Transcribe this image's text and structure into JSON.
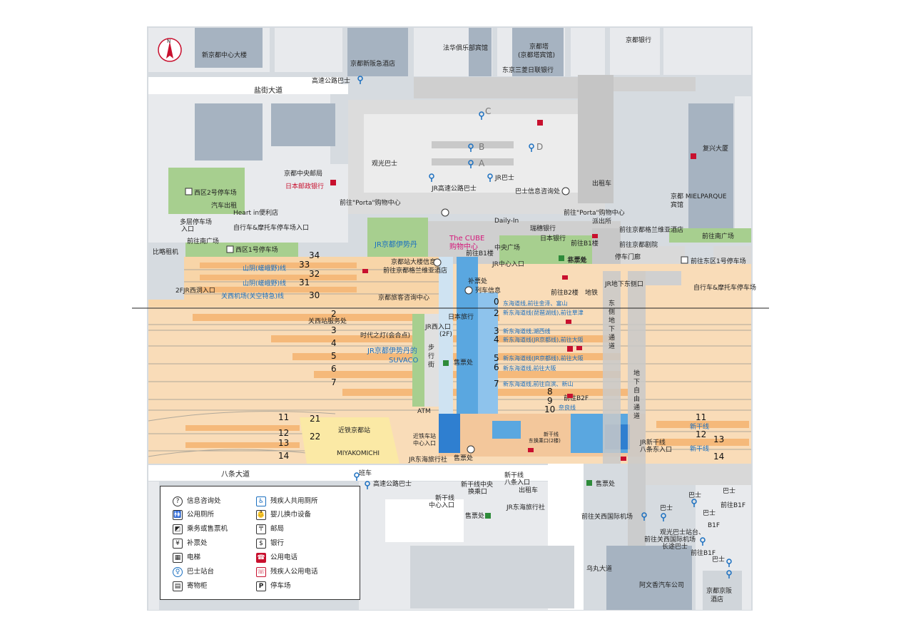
{
  "compass": {
    "label": "N"
  },
  "buildings": {
    "shin_kyoto_center": "新京都中心大楼",
    "shin_hankyu": "京都新阪急酒店",
    "hokke_club": "法华俱乐部宾馆",
    "kyoto_tower": "京都塔",
    "kyoto_tower_hotel": "(京都塔宾馆)",
    "kyoto_bank": "京都银行",
    "tokyo_mitsubishi": "东京三菱日联银行",
    "fukko_building": "复兴大厦",
    "mielparque": "京都 MIELPARQUE",
    "mielparque2": "宾馆",
    "post_office": "京都中央邮局",
    "japan_post_bank": "日本邮政银行",
    "jr_isetan": "JR京都伊势丹",
    "jr_isetan_suvaco": "JR京都伊势丹的",
    "suvaco": "SUVACO",
    "the_cube": "The CUBE",
    "the_cube2": "购物中心",
    "abenomics": "阿文香汽车公司",
    "kyoto_keihan": "京都京阪",
    "kyoto_keihan2": "酒店",
    "miyakomichi": "MIYAKOMICHI",
    "kintetsu_kyoto": "近铁京都站",
    "hikaru": "时代之灯(会合点)"
  },
  "streets": {
    "shiokoji": "盐街大道",
    "hachijo": "八条大道",
    "karasuma": "乌丸大道"
  },
  "bus": {
    "highway_bus_top": "高速公路巴士",
    "c": "C",
    "b": "B",
    "a": "A",
    "d": "D",
    "sightseeing": "观光巴士",
    "jr_highway": "JR高速公路巴士",
    "jr_bus": "JR巴士",
    "bus_info": "巴士信息咨询处",
    "highway_bus_bottom": "高速公路巴士",
    "banche": "班车",
    "bus_label": "巴士",
    "bus_label2": "巴士",
    "bus_label3": "巴士",
    "bus_label4": "巴士",
    "bus_label5": "巴士",
    "to_kansai_airport": "前往关西国际机场",
    "sightseeing_stop": "观光巴士站台、",
    "to_airport_long": "前往关西国际机场",
    "long_bus": "长途巴士"
  },
  "places": {
    "porta_left": "前往\"Porta\"购物中心",
    "porta_right": "前往\"Porta\"购物中心",
    "taxi_out": "出租车",
    "police": "派出所",
    "hearts_in": "Heart in便利店",
    "car_exit": "汽车出租",
    "multi_parking": "多层停车场",
    "multi_parking_entry": "入口",
    "to_south_plaza": "前往南广场",
    "west2_parking": "西区2号停车场",
    "bike_parking_entry": "自行车&摩托车停车场入口",
    "west1_parking": "西区1号停车场",
    "rental_bike": "比略租机",
    "to_east1_parking": "前往东区1号停车场",
    "bike_parking_east": "自行车&摩托车停车场",
    "to_south_plaza_east": "前往南广场",
    "to_granvia": "前往京都格兰维亚酒店",
    "to_theater": "前往京都剧院",
    "stop_gate": "停车门廊",
    "mizuho": "瑞穗银行",
    "daily_in": "Daily-In",
    "central_plaza": "中央广场",
    "to_b1_left": "前往B1楼",
    "to_b1_right": "前往B1楼",
    "to_b2": "前往B2楼",
    "japan_bank": "日本银行",
    "jr_center_entry": "JR中心入口",
    "jr_underground_east": "JR地下东侧口",
    "fare_adj": "补票处",
    "fare_adj2": "补票处",
    "train_info": "列车信息",
    "kyoto_info": "京都站大楼信息",
    "to_granvia_hotel": "前往京都格兰维亚酒店",
    "tourist_info": "京都旅客咨询中心",
    "nippon_travel": "日本旅行",
    "jr_west_entry": "JR西入口",
    "jr_west_entry_2f": "(2F)",
    "west_2f_entry": "2FJR西洞入口",
    "kansai_service": "关西站服务处",
    "walkway": "步行街",
    "ticket_office": "售票处",
    "ticket_office2": "售票处",
    "ticket_office3": "售票处",
    "ticket_office4": "售票处",
    "ticket_office5": "售票处",
    "atm": "ATM",
    "kintetsu_central": "近铁车站",
    "kintetsu_central2": "中心入口",
    "jr_tokai_travel": "JR东海旅行社",
    "jr_tokai_travel2": "JR东海旅行社",
    "shinkansen_central": "新干线中央",
    "shinkansen_central2": "换乘口",
    "shinkansen_hachijo": "新干线",
    "shinkansen_hachijo2": "八条入口",
    "taxi_hachijo": "出租车",
    "shinkansen_mid": "新干线",
    "shinkansen_mid2": "中心入口",
    "shinkansen_east_transfer": "新干线",
    "shinkansen_east_transfer2": "东换乘口(2楼)",
    "jr_shinkansen_hachijo": "JR新干线",
    "jr_shinkansen_hachijo2": "八条东入口",
    "east_underground": "东侧地下通道",
    "free_underground": "地下自由通道",
    "subway": "地铁",
    "to_b2f": "前往B2F",
    "to_b1f_1": "前往B1F",
    "to_b1f_2": "B1F",
    "to_b1f_3": "前往B1F"
  },
  "tracks": {
    "n34": "34",
    "n33": "33",
    "n32": "32",
    "n31": "31",
    "n30": "30",
    "n0": "0",
    "n2": "2",
    "n3": "3",
    "n4": "4",
    "n5": "5",
    "n6": "6",
    "n7": "7",
    "n8": "8",
    "n9": "9",
    "n10": "10",
    "n2w": "2",
    "n3w": "3",
    "n4w": "4",
    "n5w": "5",
    "n6w": "6",
    "n7w": "7",
    "n11w": "11",
    "n12w": "12",
    "n13w": "13",
    "n14w": "14",
    "n21": "21",
    "n22": "22",
    "n11e": "11",
    "n12e": "12",
    "n13e": "13",
    "n14e": "14",
    "sanin_34": "山阴(嵯峨野)线",
    "sanin_32": "山阴(嵯峨野)线",
    "kansai_30": "关西机场(关空特急)线",
    "line_0": "东海道线,前往金泽、富山",
    "line_2": "新东海道线(琵琶湖线),前往草津",
    "line_3": "新东海道线,湖西线",
    "line_4": "新东海道线(JR京都线),前往大阪",
    "line_5": "新东海道线(JR京都线),前往大阪",
    "line_6": "新东海道线,前往大阪",
    "line_7": "新东海道线,前往白滨、新山",
    "line_10": "奈良线",
    "shinkansen_11": "新干线",
    "shinkansen_13": "新干线"
  },
  "legend": {
    "items": [
      {
        "icon": "?",
        "label": "信息咨询处"
      },
      {
        "icon": "♿",
        "label": "残疾人共用厕所"
      },
      {
        "icon": "🚻",
        "label": "公用厕所"
      },
      {
        "icon": "👶",
        "label": "婴儿换巾设备"
      },
      {
        "icon": "◩",
        "label": "乘务或售票机"
      },
      {
        "icon": "〒",
        "label": "邮局"
      },
      {
        "icon": "¥",
        "label": "补票处"
      },
      {
        "icon": "$",
        "label": "银行"
      },
      {
        "icon": "▦",
        "label": "电梯"
      },
      {
        "icon": "☎",
        "label": "公用电话"
      },
      {
        "icon": "♀",
        "label": "巴士站台"
      },
      {
        "icon": "☏",
        "label": "残疾人公用电话"
      },
      {
        "icon": "▤",
        "label": "寄物柜"
      },
      {
        "icon": "P",
        "label": "停车场"
      }
    ]
  },
  "colors": {
    "platform": "#f5c896",
    "track_area": "#f9d9b3",
    "building": "#e3e3e3",
    "building_dark": "#8f9aa8",
    "green": "#a7cf8f",
    "blue_concourse": "#5aa7e0",
    "yellow": "#fbe9a5",
    "street": "#ffffff",
    "plaza": "#d9d9d9"
  }
}
